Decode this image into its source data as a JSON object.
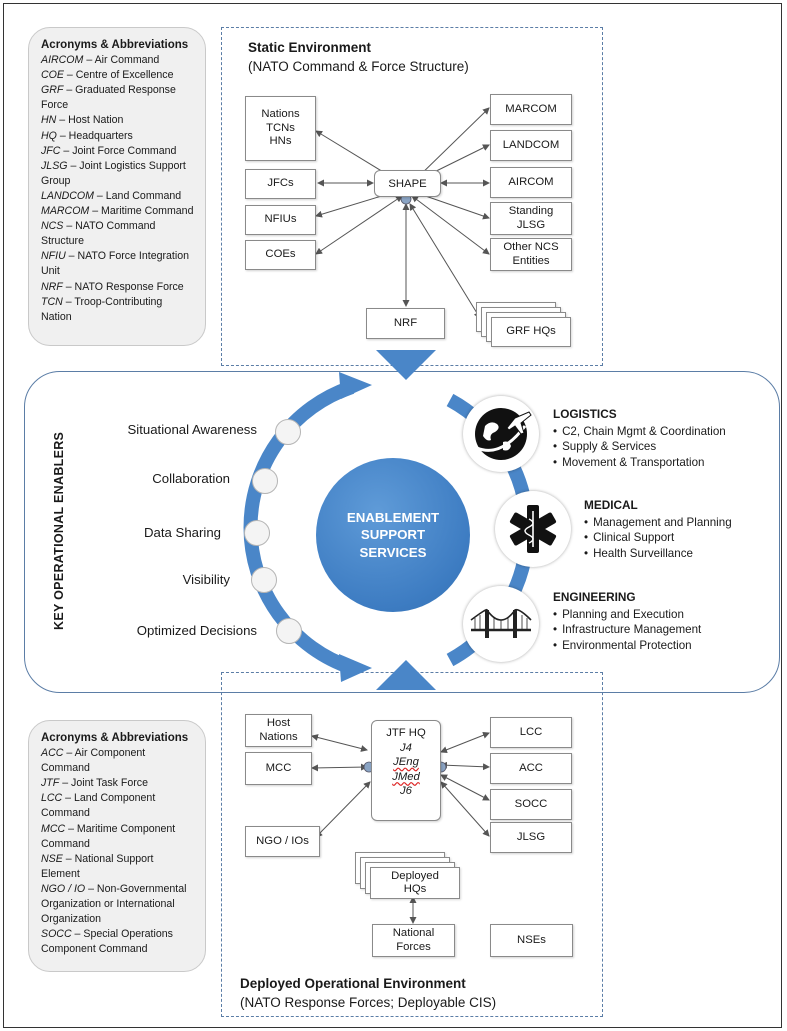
{
  "static_env": {
    "title": "Static Environment",
    "subtitle": "(NATO Command & Force Structure)",
    "hub": "SHAPE",
    "left_boxes": [
      {
        "name": "nations",
        "lines": [
          "Nations",
          "TCNs",
          "HNs"
        ]
      },
      {
        "name": "jfcs",
        "lines": [
          "JFCs"
        ]
      },
      {
        "name": "nfius",
        "lines": [
          "NFIUs"
        ]
      },
      {
        "name": "coes",
        "lines": [
          "COEs"
        ]
      }
    ],
    "right_boxes": [
      {
        "name": "marcom",
        "lines": [
          "MARCOM"
        ]
      },
      {
        "name": "landcom",
        "lines": [
          "LANDCOM"
        ]
      },
      {
        "name": "aircom",
        "lines": [
          "AIRCOM"
        ]
      },
      {
        "name": "standing-jlsg",
        "lines": [
          "Standing",
          "JLSG"
        ]
      },
      {
        "name": "other-ncs",
        "lines": [
          "Other NCS",
          "Entities"
        ]
      }
    ],
    "nrf": "NRF",
    "grf": "GRF HQs"
  },
  "acronyms_top": {
    "title": "Acronyms & Abbreviations",
    "items": [
      {
        "abbr": "AIRCOM",
        "def": "Air Command"
      },
      {
        "abbr": "COE",
        "def": "Centre of Excellence"
      },
      {
        "abbr": "GRF",
        "def": "Graduated Response Force"
      },
      {
        "abbr": "HN",
        "def": "Host Nation"
      },
      {
        "abbr": "HQ",
        "def": "Headquarters"
      },
      {
        "abbr": "JFC",
        "def": "Joint Force Command"
      },
      {
        "abbr": "JLSG",
        "def": "Joint Logistics Support Group"
      },
      {
        "abbr": "LANDCOM",
        "def": "Land Command"
      },
      {
        "abbr": "MARCOM",
        "def": "Maritime Command"
      },
      {
        "abbr": "NCS",
        "def": "NATO Command Structure"
      },
      {
        "abbr": "NFIU",
        "def": "NATO Force Integration Unit"
      },
      {
        "abbr": "NRF",
        "def": "NATO Response Force"
      },
      {
        "abbr": "TCN",
        "def": "Troop-Contributing Nation"
      }
    ]
  },
  "acronyms_bottom": {
    "title": "Acronyms & Abbreviations",
    "items": [
      {
        "abbr": "ACC",
        "def": "Air Component Command"
      },
      {
        "abbr": "JTF",
        "def": "Joint Task Force"
      },
      {
        "abbr": "LCC",
        "def": "Land Component Command"
      },
      {
        "abbr": "MCC",
        "def": "Maritime Component Command"
      },
      {
        "abbr": "NSE",
        "def": "National Support Element"
      },
      {
        "abbr": "NGO / IO",
        "def": "Non-Governmental Organization or International Organization"
      },
      {
        "abbr": "SOCC",
        "def": "Special Operations Component Command"
      }
    ]
  },
  "enablers": {
    "vertical_label": "KEY OPERATIONAL ENABLERS",
    "items": [
      "Situational Awareness",
      "Collaboration",
      "Data Sharing",
      "Visibility",
      "Optimized Decisions"
    ],
    "center_lines": [
      "ENABLEMENT",
      "SUPPORT",
      "SERVICES"
    ]
  },
  "services": [
    {
      "name": "logistics",
      "icon": "globe-airplane-icon",
      "heading": "LOGISTICS",
      "items": [
        "C2, Chain Mgmt & Coordination",
        "Supply & Services",
        "Movement & Transportation"
      ]
    },
    {
      "name": "medical",
      "icon": "star-of-life-icon",
      "heading": "MEDICAL",
      "items": [
        "Management and Planning",
        "Clinical Support",
        "Health Surveillance"
      ]
    },
    {
      "name": "engineering",
      "icon": "bridge-icon",
      "heading": "ENGINEERING",
      "items": [
        "Planning and Execution",
        "Infrastructure Management",
        "Environmental Protection"
      ]
    }
  ],
  "deployed_env": {
    "title": "Deployed Operational Environment",
    "subtitle": "(NATO Response Forces; Deployable CIS)",
    "hub_title": "JTF HQ",
    "hub_items": [
      "J4",
      "JEng",
      "JMed",
      "J6"
    ],
    "left_boxes": [
      {
        "name": "host-nations",
        "lines": [
          "Host",
          "Nations"
        ]
      },
      {
        "name": "mcc",
        "lines": [
          "MCC"
        ]
      },
      {
        "name": "ngo-ios",
        "lines": [
          "NGO / IOs"
        ]
      }
    ],
    "right_boxes": [
      {
        "name": "lcc",
        "lines": [
          "LCC"
        ]
      },
      {
        "name": "acc",
        "lines": [
          "ACC"
        ]
      },
      {
        "name": "socc",
        "lines": [
          "SOCC"
        ]
      },
      {
        "name": "jlsg",
        "lines": [
          "JLSG"
        ]
      }
    ],
    "deployed_hqs": [
      "Deployed",
      "HQs"
    ],
    "national_forces": [
      "National",
      "Forces"
    ],
    "nses": "NSEs"
  },
  "colors": {
    "accent_blue": "#3d7cc2",
    "arrow_blue": "#4a86c8",
    "frame_blue": "#5b7da6",
    "acronym_bg": "#f0f0f0"
  }
}
